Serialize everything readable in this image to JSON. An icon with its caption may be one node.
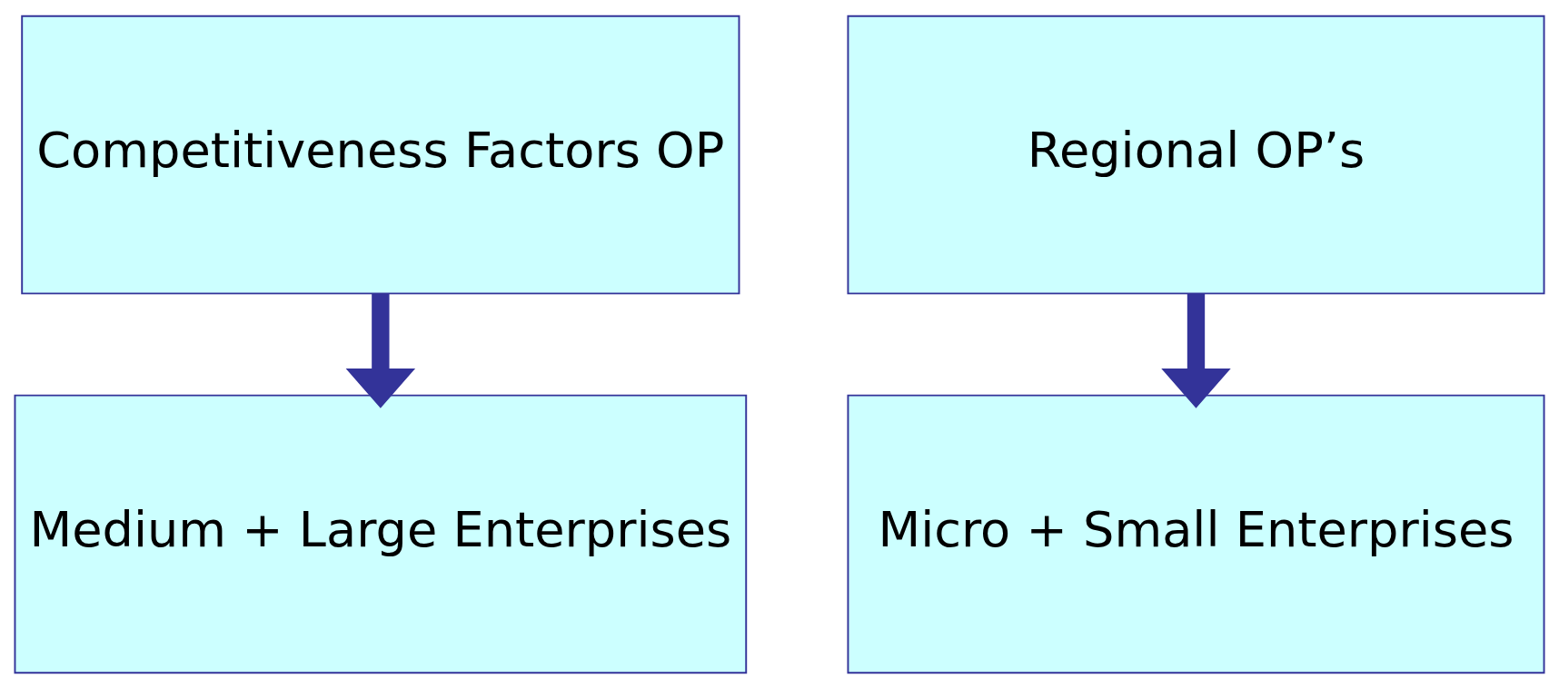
{
  "diagram": {
    "nodes": [
      {
        "text": [
          "Competitiveness Factors OP"
        ]
      },
      {
        "text": [
          "Regional OP’s"
        ]
      },
      {
        "text": [
          "Medium + Large Enterprises"
        ]
      },
      {
        "text": [
          "Micro + Small Enterprises"
        ]
      }
    ],
    "edges": [
      {
        "from": 0,
        "to": 2,
        "arrow": "to"
      },
      {
        "from": 1,
        "to": 3,
        "arrow": "to"
      }
    ]
  }
}
